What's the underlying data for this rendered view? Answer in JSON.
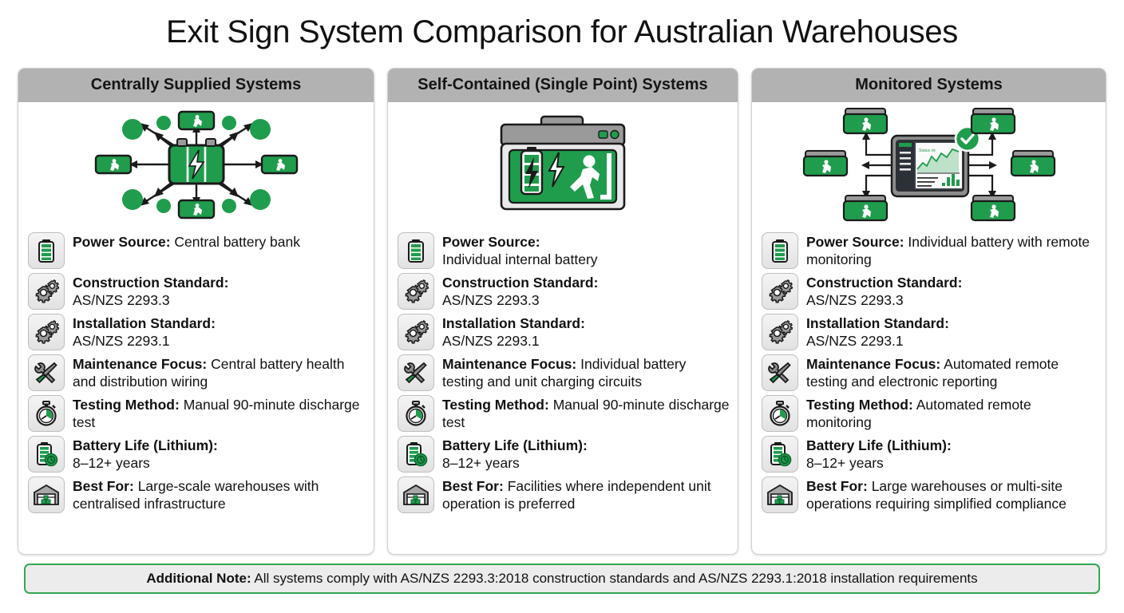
{
  "title": "Exit Sign System Comparison for Australian Warehouses",
  "colors": {
    "green": "#1f9d4d",
    "green_dark": "#14803c",
    "header_gray": "#b2b2b2",
    "note_border": "#34a853",
    "note_fill": "#ececec"
  },
  "columns": [
    {
      "header": "Centrally Supplied Systems",
      "illustration": "central-battery-distribution-diagram",
      "specs": [
        {
          "icon": "battery-icon",
          "label": "Power Source:",
          "value": "Central battery bank"
        },
        {
          "icon": "gears-icon",
          "label": "Construction Standard:",
          "value": "AS/NZS 2293.3"
        },
        {
          "icon": "gears-icon",
          "label": "Installation Standard:",
          "value": "AS/NZS 2293.1"
        },
        {
          "icon": "tools-icon",
          "label": "Maintenance Focus:",
          "value": "Central battery health and distribution wiring"
        },
        {
          "icon": "stopwatch-icon",
          "label": "Testing Method:",
          "value": "Manual 90-minute discharge test"
        },
        {
          "icon": "battery-clock-icon",
          "label": "Battery Life (Lithium):",
          "value": "8–12+ years"
        },
        {
          "icon": "warehouse-icon",
          "label": "Best For:",
          "value": "Large-scale warehouses with centralised infrastructure"
        }
      ]
    },
    {
      "header": "Self-Contained (Single Point) Systems",
      "illustration": "self-contained-exit-sign-unit",
      "specs": [
        {
          "icon": "battery-icon",
          "label": "Power Source:",
          "value": "Individual internal battery"
        },
        {
          "icon": "gears-icon",
          "label": "Construction Standard:",
          "value": "AS/NZS 2293.3"
        },
        {
          "icon": "gears-icon",
          "label": "Installation Standard:",
          "value": "AS/NZS 2293.1"
        },
        {
          "icon": "tools-icon",
          "label": "Maintenance Focus:",
          "value": "Individual battery testing and unit charging circuits"
        },
        {
          "icon": "stopwatch-icon",
          "label": "Testing Method:",
          "value": "Manual 90-minute discharge test"
        },
        {
          "icon": "battery-clock-icon",
          "label": "Battery Life (Lithium):",
          "value": "8–12+ years"
        },
        {
          "icon": "warehouse-icon",
          "label": "Best For:",
          "value": "Facilities where independent unit operation is preferred"
        }
      ]
    },
    {
      "header": "Monitored Systems",
      "illustration": "monitoring-dashboard-network-diagram",
      "specs": [
        {
          "icon": "battery-icon",
          "label": "Power Source:",
          "value": "Individual battery with remote monitoring"
        },
        {
          "icon": "gears-icon",
          "label": "Construction Standard:",
          "value": "AS/NZS 2293.3"
        },
        {
          "icon": "gears-icon",
          "label": "Installation Standard:",
          "value": "AS/NZS 2293.1"
        },
        {
          "icon": "tools-icon",
          "label": "Maintenance Focus:",
          "value": "Automated remote testing and electronic reporting"
        },
        {
          "icon": "stopwatch-icon",
          "label": "Testing Method:",
          "value": "Automated remote monitoring"
        },
        {
          "icon": "battery-clock-icon",
          "label": "Battery Life (Lithium):",
          "value": "8–12+ years"
        },
        {
          "icon": "warehouse-icon",
          "label": "Best For:",
          "value": "Large warehouses or multi-site operations requiring simplified compliance"
        }
      ]
    }
  ],
  "footer": {
    "label": "Additional Note:",
    "value": "All systems comply with AS/NZS 2293.3:2018 construction standards and AS/NZS 2293.1:2018 installation requirements"
  }
}
